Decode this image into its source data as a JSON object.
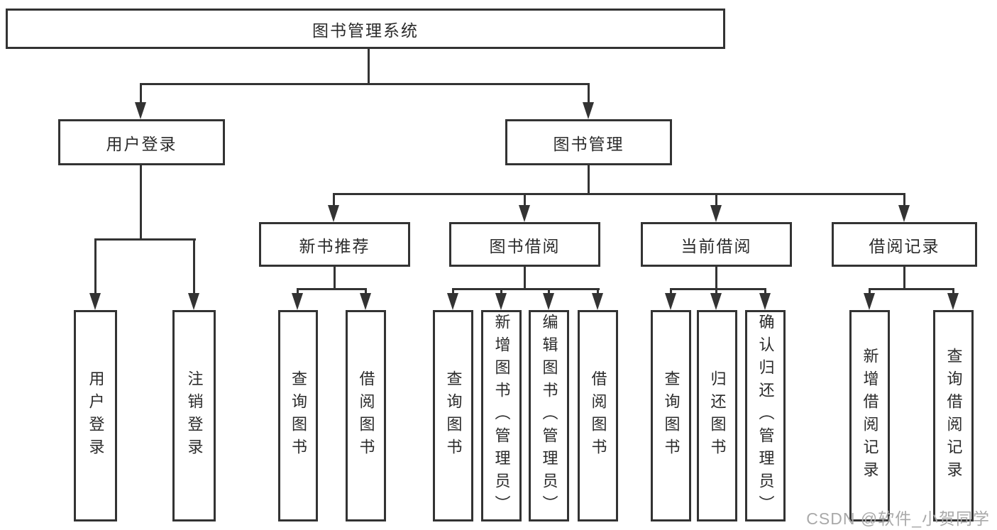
{
  "diagram_title": "图书管理系统",
  "nodes": {
    "root": "图书管理系统",
    "userLogin": "用户登录",
    "bookManagement": "图书管理",
    "newBookRecommend": "新书推荐",
    "bookBorrow": "图书借阅",
    "currentBorrow": "当前借阅",
    "borrowRecords": "借阅记录",
    "userLoginLeaf": "用户登录",
    "logoutLeaf": "注销登录",
    "queryBookA": "查询图书",
    "borrowBookA": "借阅图书",
    "queryBookB": "查询图书",
    "addBookAdmin": "新增图书（管理员）",
    "editBookAdmin": "编辑图书（管理员）",
    "borrowBookB": "借阅图书",
    "queryBookC": "查询图书",
    "returnBook": "归还图书",
    "confirmReturnAdmin": "确认归还（管理员）",
    "addBorrowRecord": "新增借阅记录",
    "queryBorrowRecord": "查询借阅记录"
  },
  "hierarchy": {
    "图书管理系统": {
      "用户登录": [
        "用户登录",
        "注销登录"
      ],
      "图书管理": {
        "新书推荐": [
          "查询图书",
          "借阅图书"
        ],
        "图书借阅": [
          "查询图书",
          "新增图书（管理员）",
          "编辑图书（管理员）",
          "借阅图书"
        ],
        "当前借阅": [
          "查询图书",
          "归还图书",
          "确认归还（管理员）"
        ],
        "借阅记录": [
          "新增借阅记录",
          "查询借阅记录"
        ]
      }
    }
  },
  "watermark": {
    "text": "CSDN @软件_小贺同学",
    "color": "#a9a9a9"
  },
  "colors": {
    "line": "#333333",
    "text": "#2b2b2b",
    "background": "#ffffff"
  }
}
